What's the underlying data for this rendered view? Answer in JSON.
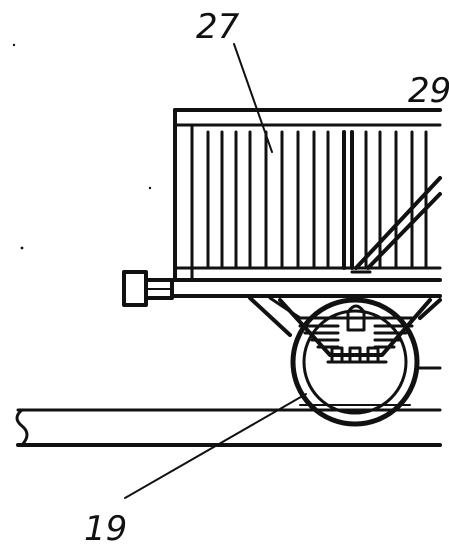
{
  "labels": {
    "car_body": "27",
    "wheel": "19",
    "brace": "29"
  },
  "colors": {
    "ink": "#111111",
    "paper": "#ffffff"
  }
}
